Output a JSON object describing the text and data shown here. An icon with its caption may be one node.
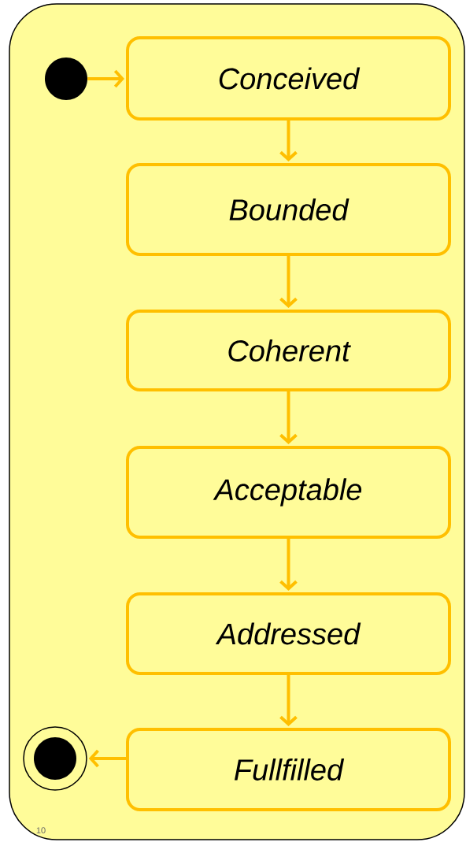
{
  "diagram": {
    "nodes": [
      {
        "text": [],
        "shape": "box"
      },
      {
        "text": [],
        "shape": "circle",
        "in": 0
      },
      {
        "text": [
          "Conceived"
        ],
        "in": 0
      },
      {
        "text": [
          "Bounded"
        ],
        "in": 0
      },
      {
        "text": [
          "Coherent"
        ],
        "in": 0
      },
      {
        "text": [
          "Acceptable"
        ],
        "in": 0
      },
      {
        "text": [
          "Addressed"
        ],
        "in": 0
      },
      {
        "text": [
          "Fullfilled"
        ],
        "in": 0
      },
      {
        "text": [],
        "shape": "bullseye",
        "in": 0
      }
    ],
    "edges": [
      {
        "from": 1,
        "to": 2,
        "arrow": "to"
      },
      {
        "from": 2,
        "to": 3,
        "arrow": "to"
      },
      {
        "from": 3,
        "to": 4,
        "arrow": "to"
      },
      {
        "from": 4,
        "to": 5,
        "arrow": "to"
      },
      {
        "from": 5,
        "to": 6,
        "arrow": "to"
      },
      {
        "from": 6,
        "to": 7,
        "arrow": "to"
      },
      {
        "from": 7,
        "to": 8,
        "arrow": "to"
      }
    ],
    "labels": [
      "10"
    ]
  }
}
